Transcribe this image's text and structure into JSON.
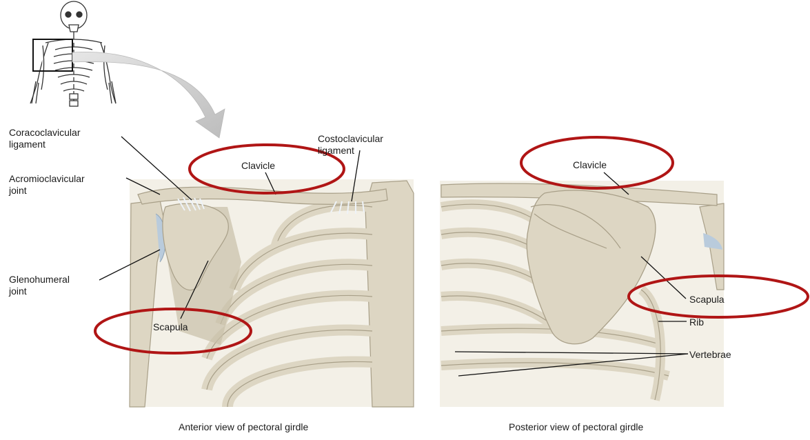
{
  "labels": {
    "coracoclavicular_1": "Coracoclavicular",
    "coracoclavicular_2": "ligament",
    "acromioclavicular_1": "Acromioclavicular",
    "acromioclavicular_2": "joint",
    "glenohumeral_1": "Glenohumeral",
    "glenohumeral_2": "joint",
    "costoclavicular_1": "Costoclavicular",
    "costoclavicular_2": "ligament",
    "clavicle_anterior": "Clavicle",
    "scapula_anterior": "Scapula",
    "clavicle_posterior": "Clavicle",
    "scapula_posterior": "Scapula",
    "rib": "Rib",
    "vertebrae": "Vertebrae"
  },
  "captions": {
    "anterior": "Anterior view of pectoral girdle",
    "posterior": "Posterior view of pectoral girdle"
  },
  "colors": {
    "bone": "#ddd6c3",
    "bone_shadow": "#c7bfa8",
    "bone_outline": "#a89f88",
    "cartilage": "#b9cbdc",
    "highlight_ellipse": "#b01515",
    "arrow": "#cfcfcf"
  }
}
